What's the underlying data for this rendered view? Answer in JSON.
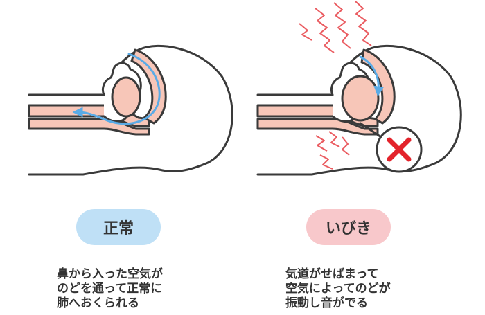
{
  "panels": [
    {
      "label": "正常",
      "caption": [
        "鼻から入った空気が",
        "のどを通って正常に",
        "肺へおくられる"
      ],
      "pill_color": "#bfe0f6"
    },
    {
      "label": "いびき",
      "caption": [
        "気道がせばまって",
        "空気によってのどが",
        "振動し音がでる"
      ],
      "pill_color": "#f8c8cb",
      "badge_icon": "cross-icon"
    }
  ],
  "colors": {
    "airway_fill": "#f7c6b8",
    "outline": "#3a3a3a",
    "airflow_arrow": "#5aabe6",
    "vibration_lines": "#ea5b60",
    "cross": "#e3232b"
  }
}
